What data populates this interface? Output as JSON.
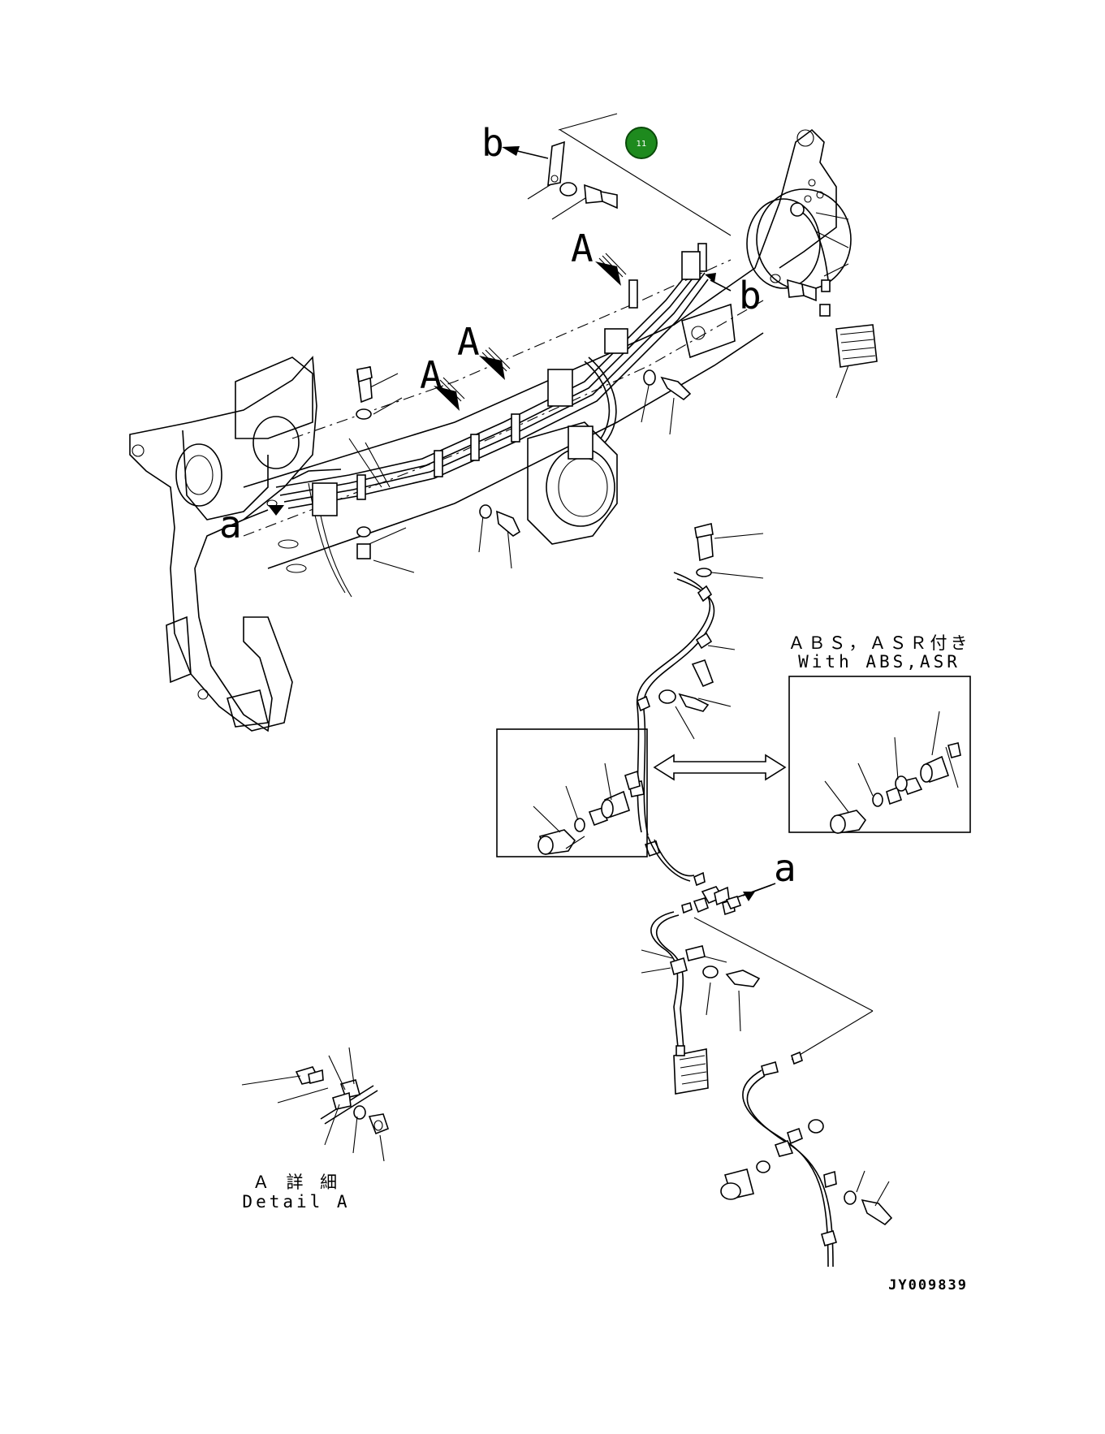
{
  "badge": {
    "label": "11",
    "color": "#1e8a1e"
  },
  "labels": {
    "a_top": "a",
    "a_mid": "a",
    "b_top": "b",
    "b_right": "b",
    "A1": "A",
    "A2": "A",
    "A3": "A"
  },
  "abs_box": {
    "title_jp": "ＡＢＳ，ＡＳＲ付き",
    "title_en": "With ABS,ASR"
  },
  "detail": {
    "title_jp": "Ａ 詳 細",
    "title_en": "Detail A"
  },
  "drawing_code": "JY009839"
}
